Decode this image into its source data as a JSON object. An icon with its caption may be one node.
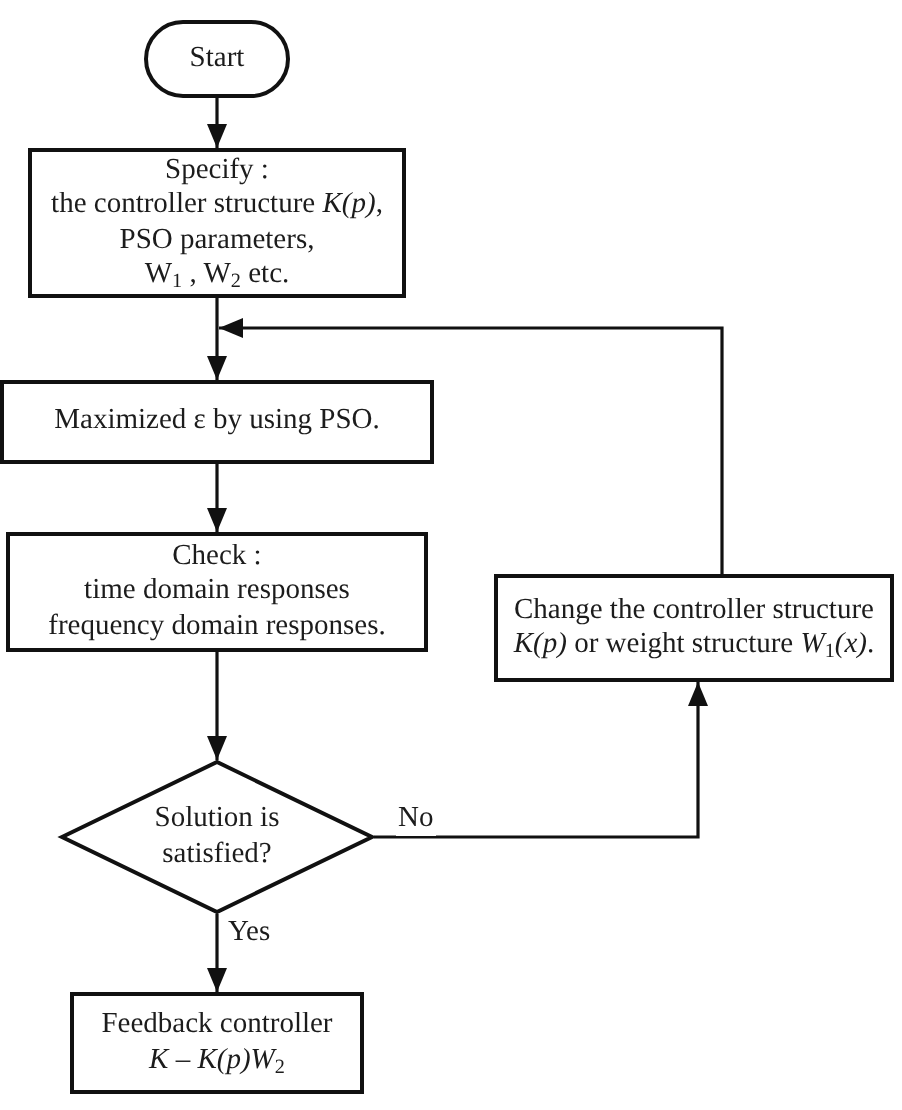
{
  "diagram": {
    "nodes": [
      {
        "text": [
          "Start"
        ]
      },
      {
        "text": [
          "Specify :",
          "the controller structure *K(p)*,",
          "PSO parameters,",
          "W$_{1}$ , W$_{2}$ etc."
        ]
      },
      {
        "text": [
          "Maximized ε by using PSO."
        ]
      },
      {
        "text": [
          "Check :",
          "time domain responses",
          "frequency domain responses."
        ]
      },
      {
        "text": [
          "Solution is satisfied?"
        ]
      },
      {
        "text": [
          "Change the controller structure *K(p)* or weight structure *W*$_{1}$*(x)*."
        ]
      },
      {
        "text": [
          "Feedback controller",
          "*K* – *K(p)W*$_{2}$"
        ]
      }
    ],
    "edges": [
      {
        "from": 0,
        "to": 1,
        "arrow": "to"
      },
      {
        "from": 1,
        "to": 2,
        "arrow": "to"
      },
      {
        "from": 2,
        "to": 3,
        "arrow": "to"
      },
      {
        "from": 3,
        "to": 4,
        "arrow": "to"
      },
      {
        "from": 4,
        "to": 5,
        "arrow": "to",
        "label": "No"
      },
      {
        "from": 5,
        "to": 2,
        "arrow": "to"
      },
      {
        "from": 4,
        "to": 6,
        "arrow": "to",
        "label": "Yes"
      }
    ]
  }
}
